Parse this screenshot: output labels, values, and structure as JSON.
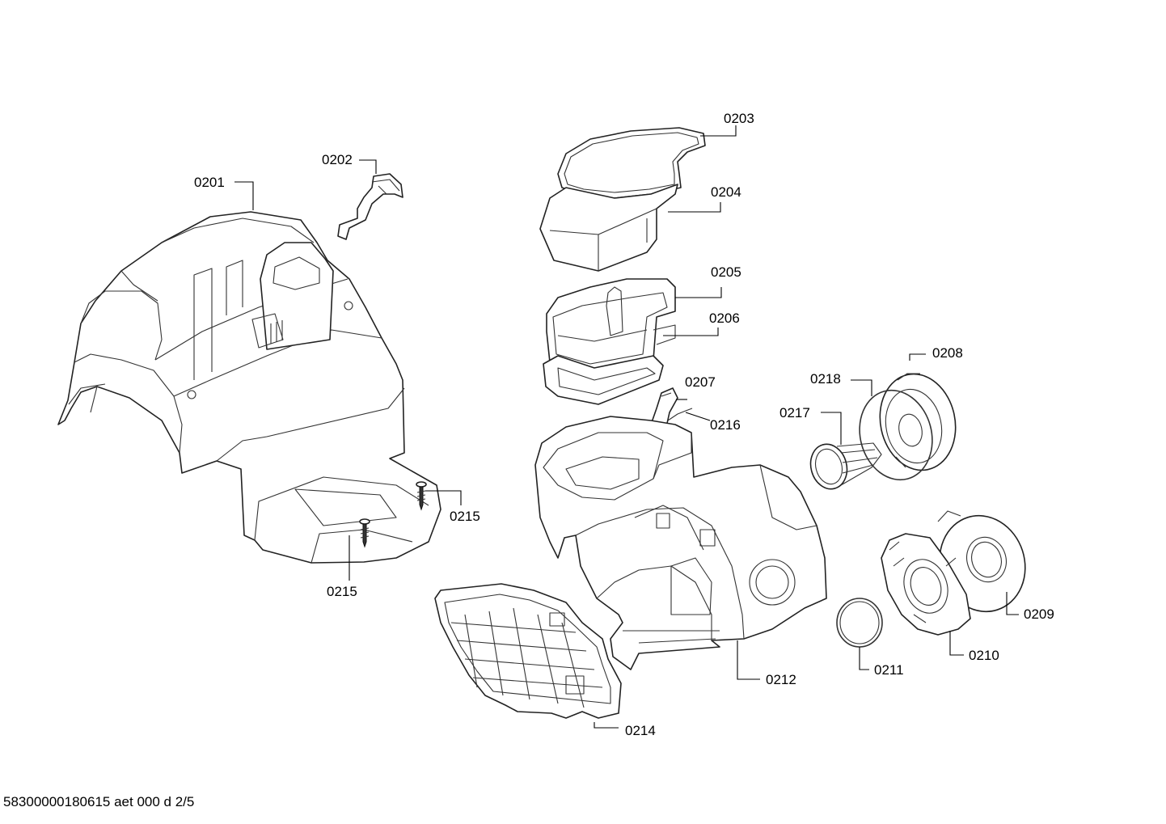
{
  "callouts": {
    "c0201": "0201",
    "c0202": "0202",
    "c0203": "0203",
    "c0204": "0204",
    "c0205": "0205",
    "c0206": "0206",
    "c0207": "0207",
    "c0208": "0208",
    "c0209": "0209",
    "c0210": "0210",
    "c0211": "0211",
    "c0212": "0212",
    "c0214": "0214",
    "c0215a": "0215",
    "c0215b": "0215",
    "c0216": "0216",
    "c0217": "0217",
    "c0218": "0218"
  },
  "footer": "58300000180615 aet 000 d 2/5"
}
